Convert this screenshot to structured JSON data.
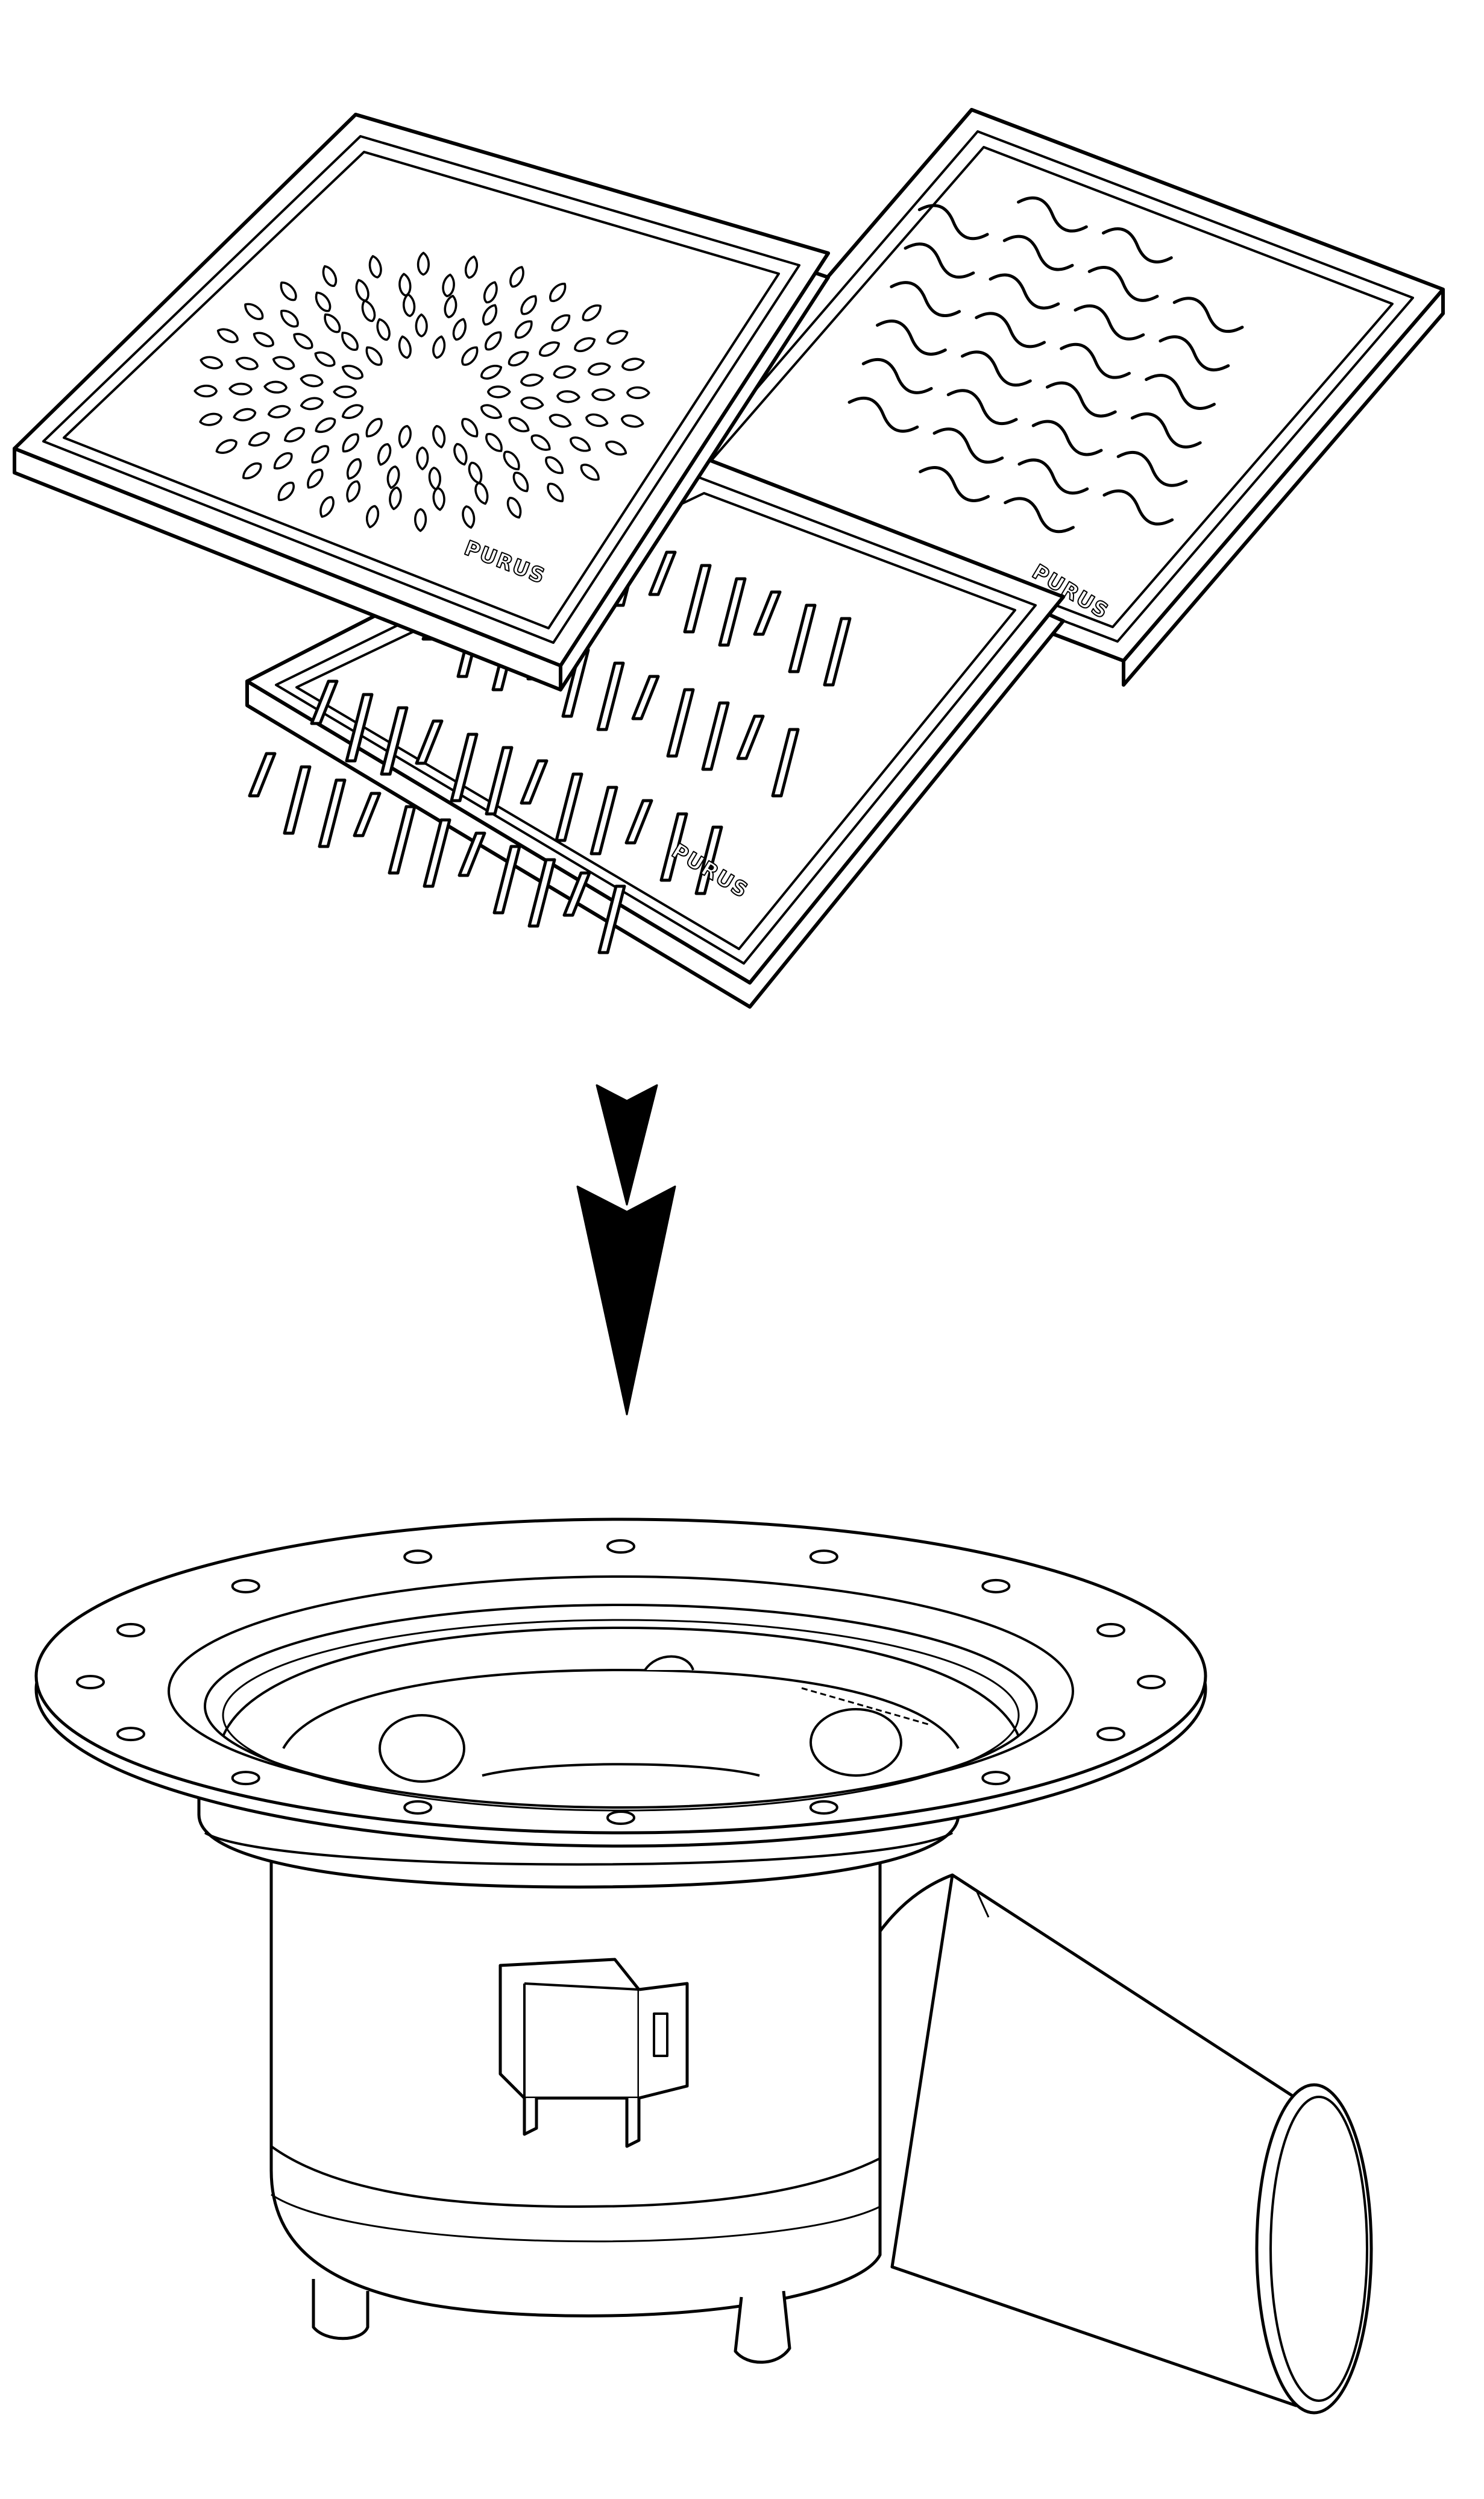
{
  "colors": {
    "line": "#000000",
    "fill": "#ffffff",
    "arrow": "#000000"
  },
  "grates": [
    {
      "id": "petal",
      "pattern": "petal-ring",
      "brand": "PURUS"
    },
    {
      "id": "wave",
      "pattern": "wave-slots",
      "brand": "PURUS"
    },
    {
      "id": "slot",
      "pattern": "straight-slots",
      "brand": "PURUS"
    }
  ],
  "arrow": {
    "icon": "down-arrow-icon"
  },
  "drain": {
    "parts": [
      "mounting-flange",
      "bolt-holes",
      "drain-body",
      "side-clip",
      "outlet-pipe",
      "feet"
    ]
  }
}
